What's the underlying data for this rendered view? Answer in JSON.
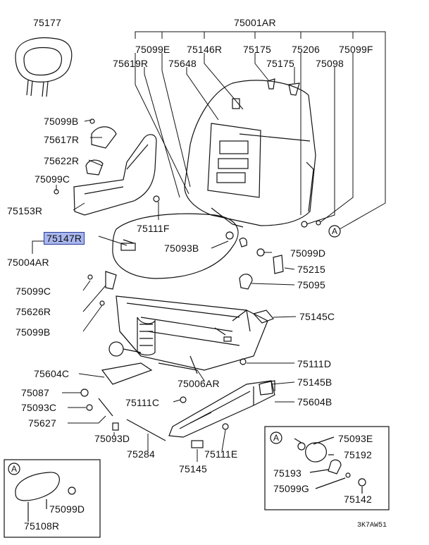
{
  "part_labels": {
    "p75177": "75177",
    "p75001AR": "75001AR",
    "p75099E": "75099E",
    "p75146R": "75146R",
    "p75175a": "75175",
    "p75206": "75206",
    "p75099F": "75099F",
    "p75619R": "75619R",
    "p75648": "75648",
    "p75175b": "75175",
    "p75098": "75098",
    "p75099B": "75099B",
    "p75617R": "75617R",
    "p75622R": "75622R",
    "p75099C_top": "75099C",
    "p75153R": "75153R",
    "p75111F": "75111F",
    "p75147R": "75147R",
    "p75004AR": "75004AR",
    "p75093B": "75093B",
    "p75099D": "75099D",
    "p75215": "75215",
    "p75095": "75095",
    "p75099C": "75099C",
    "p75626R": "75626R",
    "p75099B_low": "75099B",
    "p75145C": "75145C",
    "p75111D": "75111D",
    "p75604C": "75604C",
    "p75006AR": "75006AR",
    "p75145B": "75145B",
    "p75087": "75087",
    "p75093C": "75093C",
    "p75111C": "75111C",
    "p75604B": "75604B",
    "p75627": "75627",
    "p75093D": "75093D",
    "p75284": "75284",
    "p75111E": "75111E",
    "p75145": "75145",
    "p75093E": "75093E",
    "p75192": "75192",
    "p75193": "75193",
    "p75099G": "75099G",
    "p75142": "75142",
    "p75099D_inset": "75099D",
    "p75108R": "75108R"
  },
  "ref_markers": {
    "marker_main": "A",
    "marker_inset_left": "A",
    "marker_inset_right": "A"
  },
  "diagram_code": "3K7AW51",
  "highlight_color": "#a9b6ee"
}
